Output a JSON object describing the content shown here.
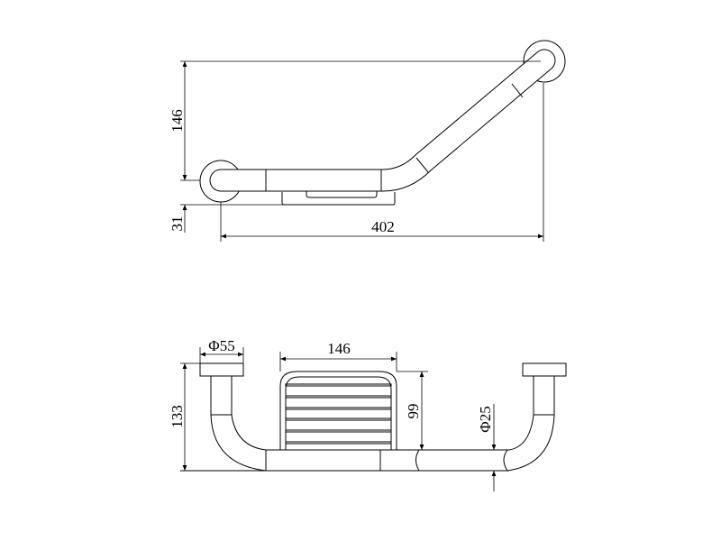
{
  "drawing": {
    "top_view": {
      "height_dimension": "146",
      "offset_dimension": "31",
      "width_dimension": "402"
    },
    "front_view": {
      "flange_diameter": "Φ55",
      "basket_width": "146",
      "basket_height": "99",
      "projection_dimension": "133",
      "tube_diameter": "Φ25"
    }
  },
  "colors": {
    "line": "#000000",
    "background": "#ffffff"
  }
}
